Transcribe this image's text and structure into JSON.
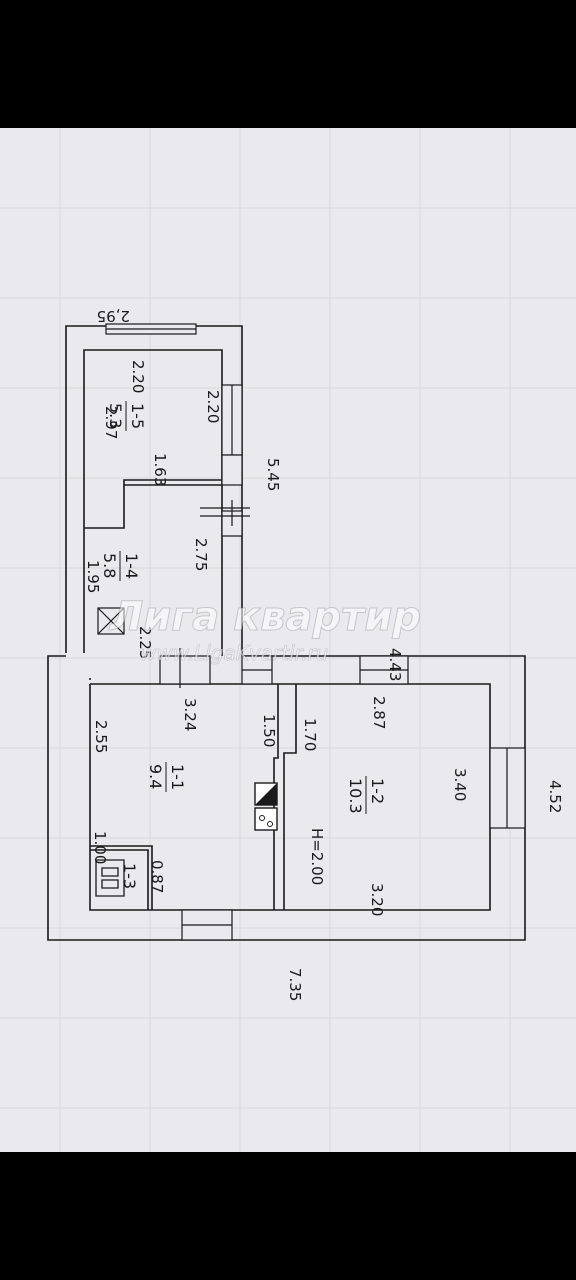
{
  "plan": {
    "overall_dims": {
      "top_wing_width": "2,95",
      "right_wing_height": "5.45",
      "lower_width": "7.35",
      "lower_height": "4.52",
      "corridor_width": "4.43"
    },
    "rooms": [
      {
        "id": "1-5",
        "area": "5.3",
        "dims": [
          "2.97",
          "2.20",
          "2.20",
          "1.63"
        ]
      },
      {
        "id": "1-4",
        "area": "5.8",
        "dims": [
          "1.95",
          "2.75",
          "2.25"
        ]
      },
      {
        "id": "1-1",
        "area": "9.4",
        "dims": [
          "3.24",
          "2.55",
          "1.50"
        ]
      },
      {
        "id": "1-2",
        "area": "10.3",
        "dims": [
          "2.87",
          "1.70",
          "3.40",
          "3.20",
          "H=2.00"
        ]
      },
      {
        "id": "1-3",
        "area": "",
        "dims": [
          "1.00",
          "0.87"
        ]
      }
    ],
    "toilet_label": "1-3"
  },
  "watermark": {
    "brand": "Лига квартир",
    "url": "www.LigaKvartir.ru"
  },
  "colors": {
    "paper": "#e9e9ee",
    "ink": "#1a1a1a",
    "frame": "#000000"
  }
}
